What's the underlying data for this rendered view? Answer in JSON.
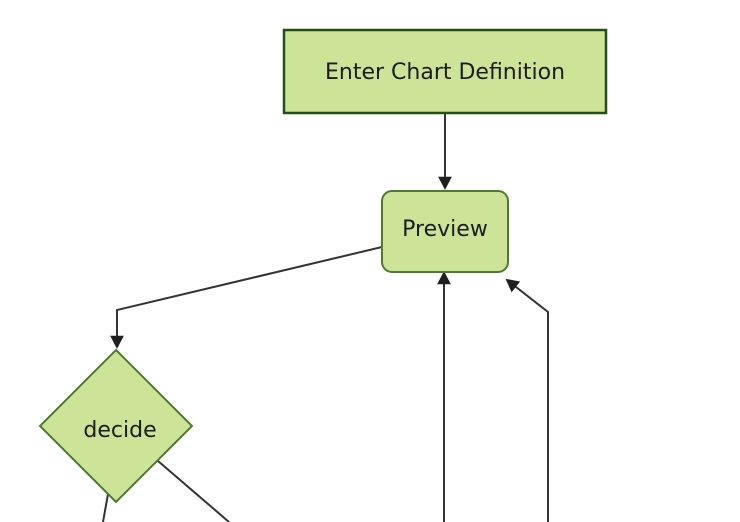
{
  "diagram": {
    "kind": "flowchart",
    "background": "#ffffff",
    "colors": {
      "node_fill": "#cde498",
      "node_border": "#4f7b31",
      "start_node_border": "#234f18",
      "edge": "#333333",
      "arrowhead": "#1f1f1f",
      "label": "#1d1d1d"
    },
    "nodes": {
      "enter_chart_definition": {
        "label": "Enter Chart Definition",
        "shape": "rectangle"
      },
      "preview": {
        "label": "Preview",
        "shape": "rounded-rectangle"
      },
      "decide": {
        "label": "decide",
        "shape": "diamond"
      }
    },
    "edges": [
      {
        "from": "enter_chart_definition",
        "to": "preview",
        "arrowhead": true
      },
      {
        "from": "preview",
        "to": "decide",
        "arrowhead": true
      },
      {
        "from": "offscreen-bottom",
        "to": "preview",
        "arrowhead": true
      },
      {
        "from": "offscreen-bottom-right",
        "to": "preview",
        "arrowhead": true
      },
      {
        "from": "decide",
        "to": "offscreen-bottom",
        "arrowhead": false
      },
      {
        "from": "decide",
        "to": "offscreen-bottom-right",
        "arrowhead": false
      }
    ]
  }
}
